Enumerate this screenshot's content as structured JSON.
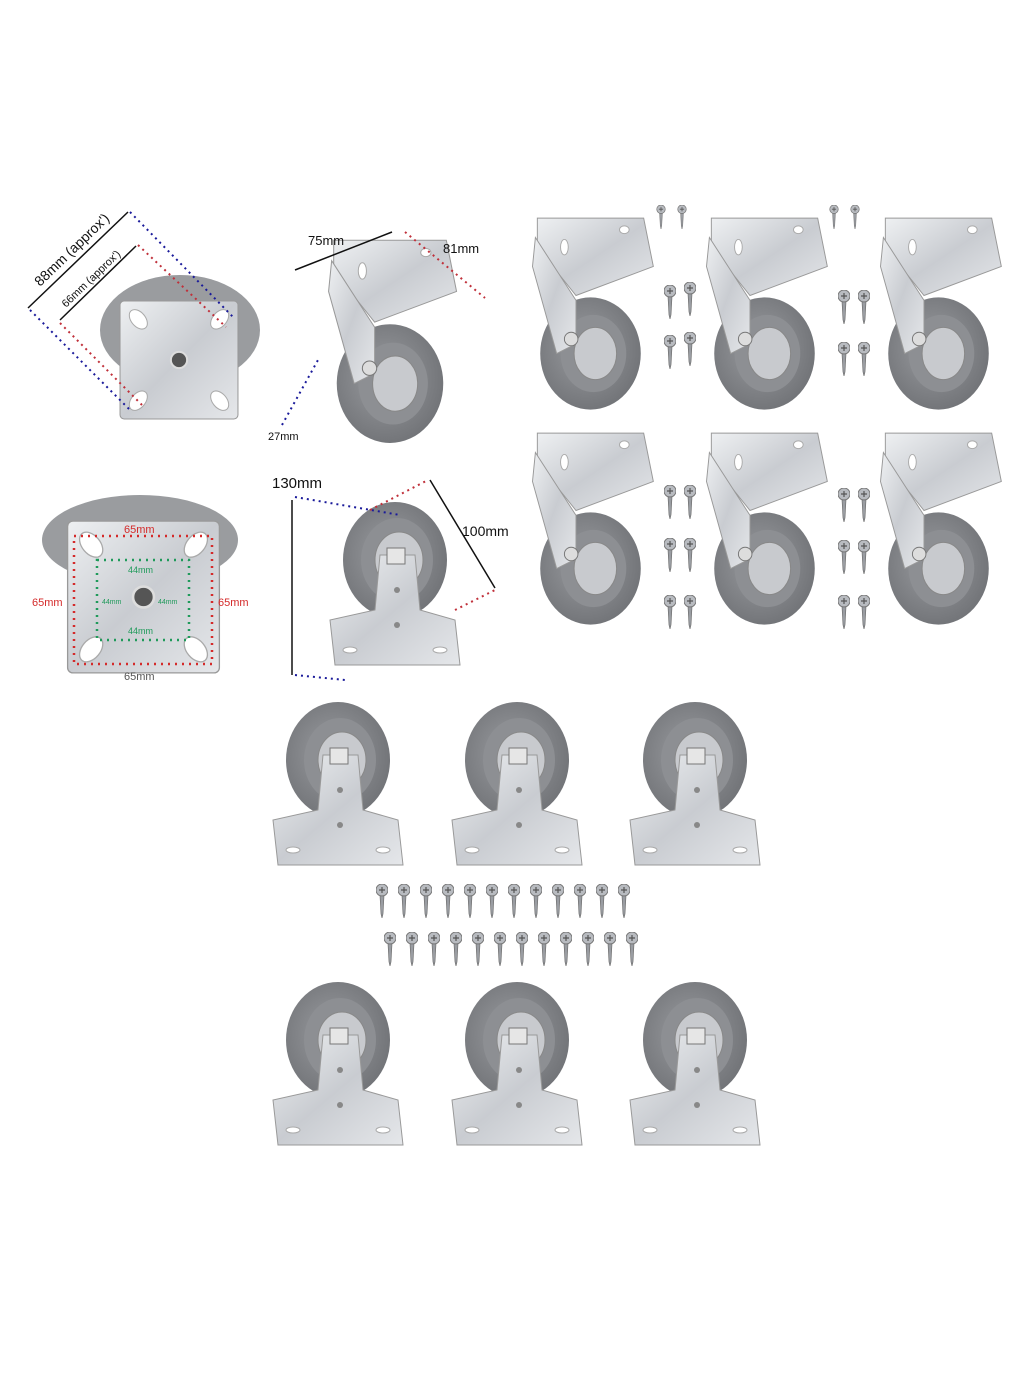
{
  "mounting_plate_diagonal": {
    "outer_label": "88mm (approx')",
    "inner_label": "66mm (approx')",
    "colors": {
      "outer": "#1a1a9a",
      "inner": "#c0303a"
    }
  },
  "caster_top_dimensions": {
    "width_label": "75mm",
    "depth_label": "81mm",
    "wheel_width_label": "27mm"
  },
  "mounting_plate_holes": {
    "outer_top": "65mm",
    "outer_bottom": "65mm",
    "outer_left": "65mm",
    "outer_right": "65mm",
    "inner_top": "44mm",
    "inner_bottom": "44mm",
    "inner_left": "44mm",
    "inner_right": "44mm",
    "colors": {
      "outer": "#d42a2a",
      "inner": "#1f9a5a"
    }
  },
  "caster_height_dimensions": {
    "height_label": "130mm",
    "wheel_diameter_label": "100mm"
  },
  "colors": {
    "wheel": "#8a8c90",
    "wheel_dark": "#6f7175",
    "metal": "#d6d8dc",
    "metal_dark": "#a8abb0"
  }
}
